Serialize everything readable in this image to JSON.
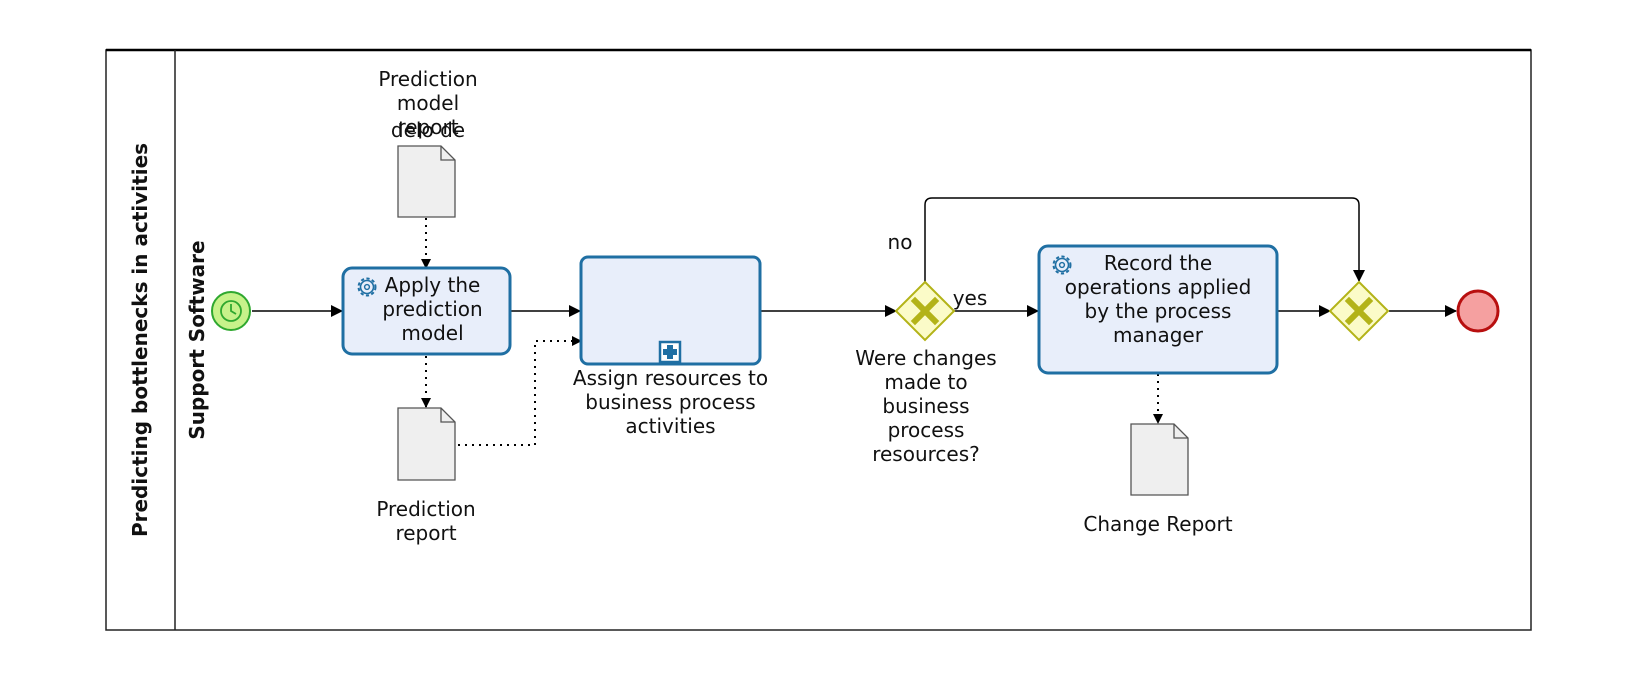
{
  "pool": {
    "name": "Predicting bottlenecks in activities"
  },
  "lane": {
    "name": "Support Software"
  },
  "tasks": {
    "apply_model": {
      "label": "Apply the prediction model",
      "type": "service-task"
    },
    "assign_resources": {
      "label": "Assign resources to business process activities",
      "type": "collapsed-subprocess"
    },
    "record_operations": {
      "label": "Record the operations applied by the process manager",
      "type": "service-task"
    }
  },
  "data_objects": {
    "prediction_model_report": {
      "label": "Prediction model report",
      "clipped_text": "delo de"
    },
    "prediction_report": {
      "label": "Prediction report"
    },
    "change_report": {
      "label": "Change Report"
    }
  },
  "gateways": {
    "changes_made": {
      "label": "Were changes made to business process resources?",
      "type": "exclusive"
    },
    "merge": {
      "label": "",
      "type": "exclusive"
    }
  },
  "flows": {
    "no": "no",
    "yes": "yes"
  },
  "events": {
    "start": {
      "type": "timer-start"
    },
    "end": {
      "type": "end"
    }
  },
  "colors": {
    "task_fill": "#e8eefa",
    "task_stroke": "#1f6fa3",
    "gateway_fill": "#fbfbc8",
    "gateway_stroke": "#b3b318",
    "start_fill": "#c7f28a",
    "start_stroke": "#2fa82f",
    "end_fill": "#f5a0a0",
    "end_stroke": "#b80f0f",
    "doc_fill": "#efefef"
  }
}
